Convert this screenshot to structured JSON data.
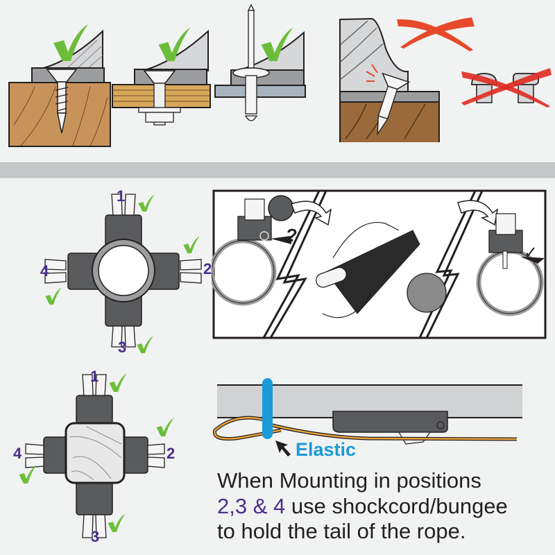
{
  "colors": {
    "background": "#f1f2f2",
    "divider": "#c6c7c9",
    "check_green": "#6cbe3a",
    "cross_red": "#e64a2b",
    "number_purple": "#4a2e8c",
    "elastic_blue": "#1a9ad9",
    "wood_light": "#c8935a",
    "wood_dark": "#9a6a3a",
    "rope_orange": "#e8a33a",
    "text_dark": "#231f20"
  },
  "top_section": {
    "correct_examples": [
      {
        "name": "wood-screw",
        "mark": "check-icon"
      },
      {
        "name": "bolt-and-nut",
        "mark": "check-icon"
      },
      {
        "name": "pop-rivet",
        "mark": "check-icon"
      }
    ],
    "incorrect_examples": [
      {
        "name": "screw-head-protruding",
        "mark": "cross-icon"
      },
      {
        "name": "pan-and-cap-head-screws",
        "mark": "cross-icon"
      }
    ]
  },
  "round_tube_diagram": {
    "positions": [
      {
        "number": "1",
        "mark": "check-icon"
      },
      {
        "number": "2",
        "mark": "check-icon"
      },
      {
        "number": "3",
        "mark": "check-icon"
      },
      {
        "number": "4",
        "mark": "check-icon"
      }
    ]
  },
  "square_tube_diagram": {
    "positions": [
      {
        "number": "1",
        "mark": "check-icon"
      },
      {
        "number": "2",
        "mark": "check-icon"
      },
      {
        "number": "3",
        "mark": "check-icon"
      },
      {
        "number": "4",
        "mark": "check-icon"
      }
    ]
  },
  "fitting_steps": {
    "step1_symbol": "?",
    "step3_symbol": "✓"
  },
  "rope_diagram": {
    "elastic_label": "Elastic"
  },
  "instructions": {
    "line1": "When Mounting in positions",
    "line2_highlight": "2,3 & 4",
    "line2_rest": " use shockcord/bungee",
    "line3": "to hold the tail of the rope."
  }
}
